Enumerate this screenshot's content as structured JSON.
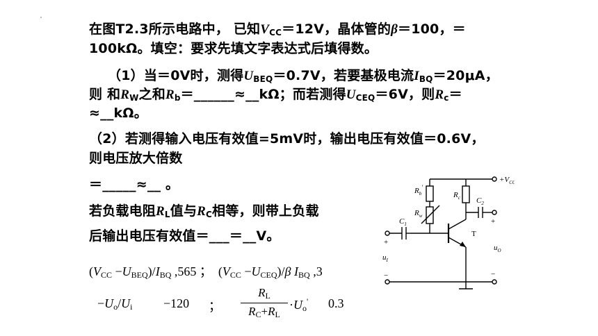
{
  "problem": {
    "intro_line1_a": "在图T2.3所示电路中， 已知",
    "intro_vcc": "V",
    "intro_vcc_sub": "CC",
    "intro_line1_b": "＝12V，晶体管的",
    "intro_beta": "β",
    "intro_line1_c": "＝100，＝",
    "intro_line2": "100kΩ。填空：要求先填文字表达式后填得数。",
    "q1_line1_a": "（1）当＝0V时，测得",
    "q1_ubeq": "U",
    "q1_ubeq_sub": "BEQ",
    "q1_line1_b": "＝0.7V，若要基极电流",
    "q1_ibq": "I",
    "q1_ibq_sub": "BQ",
    "q1_line1_c": "＝20μA，",
    "q1_line2_a": "则 和",
    "q1_rw": "R",
    "q1_rw_sub": "W",
    "q1_line2_b": "之和",
    "q1_rb": "R",
    "q1_rb_sub": "b",
    "q1_line2_c": "＝______≈__kΩ；而若测得",
    "q1_uceq": "U",
    "q1_uceq_sub": "CEQ",
    "q1_line2_d": "＝6V，则",
    "q1_rc": "R",
    "q1_rc_sub": "c",
    "q1_line2_e": "＝",
    "q1_line3": "≈__kΩ。",
    "q2_line1": "（2）若测得输入电压有效值=5mV时，输出电压有效值＝0.6V，",
    "q2_line2": "则电压放大倍数",
    "q2_line3": "＝_____≈__ 。",
    "q2_line4_a": "若负载电阻",
    "q2_rl": "R",
    "q2_rl_sub": "L",
    "q2_line4_b": "值与",
    "q2_rc": "R",
    "q2_rc_sub": "C",
    "q2_line4_c": "相等，则带上负载",
    "q2_line5": "后输出电压有效值＝___＝__V。"
  },
  "answers": {
    "a1_open": "(",
    "a1_v": "V",
    "a1_v_sub": "CC",
    "a1_minus": " −",
    "a1_u": "U",
    "a1_u_sub": "BEQ",
    "a1_close": ")",
    "a1_slash": "/",
    "a1_i": "I",
    "a1_i_sub": "BQ",
    "a1_val": " ,565 ；",
    "a2_open": "(",
    "a2_v": "V",
    "a2_v_sub": "CC",
    "a2_minus": " −",
    "a2_u": "U",
    "a2_u_sub": "CEQ",
    "a2_close": ")",
    "a2_slash": "/",
    "a2_beta": "β",
    "a2_i": "I",
    "a2_i_sub": "BQ",
    "a2_val": " ,3",
    "a3_minus": "−",
    "a3_uo": "U",
    "a3_uo_sub": "o",
    "a3_slash": "/",
    "a3_ui": "U",
    "a3_ui_sub": "i",
    "a3_val": "−120",
    "a3_sep": "；",
    "frac_num": "R",
    "frac_num_sub": "L",
    "frac_den_a": "R",
    "frac_den_a_sub": "C",
    "frac_den_plus": "+",
    "frac_den_b": "R",
    "frac_den_b_sub": "L",
    "frac_times": "·",
    "frac_u": "U",
    "frac_u_sub": "o",
    "frac_u_prime": "'",
    "a4_val": "0.3"
  },
  "circuit": {
    "vcc_label": "+V",
    "vcc_sub": "CC",
    "rb_label": "R",
    "rb_sub": "b",
    "rb_prime": "′",
    "rw_label": "R",
    "rw_sub": "w",
    "rc_label": "R",
    "rc_sub": "c",
    "c1_label": "C",
    "c1_sub": "1",
    "c2_label": "C",
    "c2_sub": "2",
    "t_label": "T",
    "ui_label": "u",
    "ui_sub": "I",
    "uo_label": "u",
    "uo_sub": "O",
    "plus": "+",
    "minus": "−"
  }
}
